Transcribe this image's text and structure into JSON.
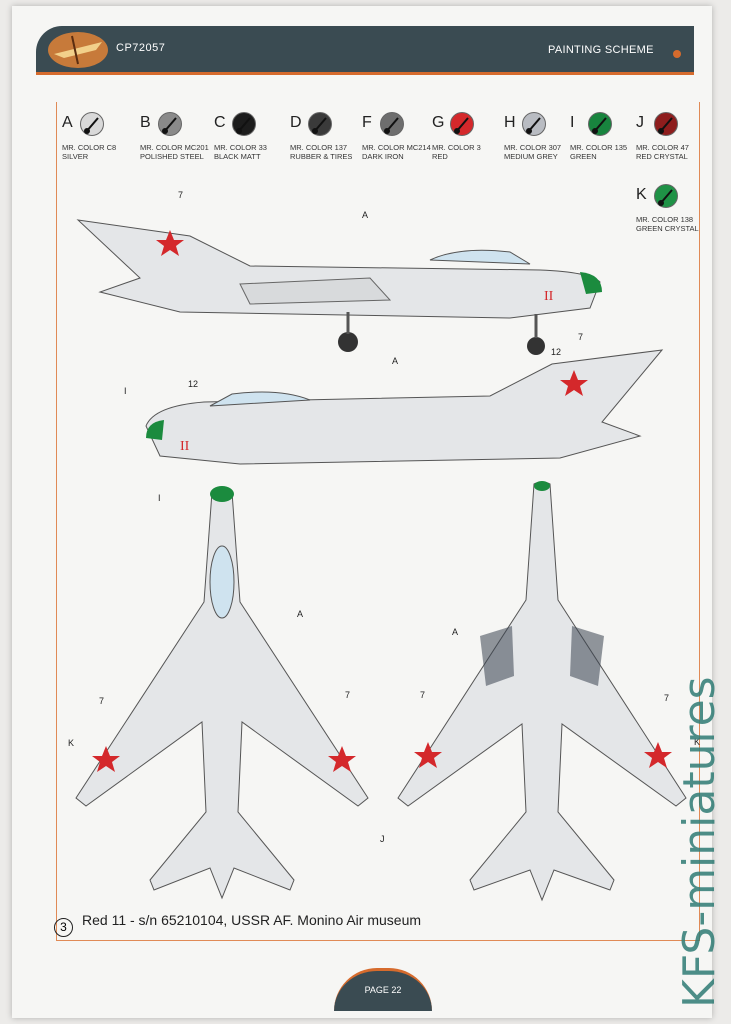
{
  "header": {
    "code": "CP72057",
    "title": "PAINTING SCHEME"
  },
  "colors": [
    {
      "letter": "A",
      "name1": "MR. COLOR C8",
      "name2": "SILVER",
      "hex": "#d9d9d9"
    },
    {
      "letter": "B",
      "name1": "MR. COLOR MC201",
      "name2": "POLISHED STEEL",
      "hex": "#8a8a8a"
    },
    {
      "letter": "C",
      "name1": "MR. COLOR 33",
      "name2": "BLACK MATT",
      "hex": "#1c1c1c"
    },
    {
      "letter": "D",
      "name1": "MR. COLOR 137",
      "name2": "RUBBER & TIRES",
      "hex": "#3a3a3a"
    },
    {
      "letter": "F",
      "name1": "MR. COLOR MC214",
      "name2": "DARK IRON",
      "hex": "#6e6e6e"
    },
    {
      "letter": "G",
      "name1": "MR. COLOR 3",
      "name2": "RED",
      "hex": "#d4282b"
    },
    {
      "letter": "H",
      "name1": "MR. COLOR 307",
      "name2": "MEDIUM GREY",
      "hex": "#b9bcc2"
    },
    {
      "letter": "I",
      "name1": "MR. COLOR 135",
      "name2": "GREEN",
      "hex": "#18843e"
    },
    {
      "letter": "J",
      "name1": "MR. COLOR 47",
      "name2": "RED CRYSTAL",
      "hex": "#8e1d1d"
    },
    {
      "letter": "K",
      "name1": "MR. COLOR 138",
      "name2": "GREEN CRYSTAL",
      "hex": "#1f9246"
    }
  ],
  "callouts": {
    "seven": "7",
    "twelve": "12",
    "a": "A",
    "i": "I",
    "j": "J",
    "k": "K",
    "tail_number": "II"
  },
  "caption": {
    "num": "3",
    "text": "Red 11 - s/n 65210104, USSR AF. Monino Air museum"
  },
  "footer": {
    "page": "PAGE 22"
  },
  "watermark": "KFS-miniatures",
  "accent": {
    "orange": "#d66b2d",
    "slate": "#3a4b52"
  }
}
